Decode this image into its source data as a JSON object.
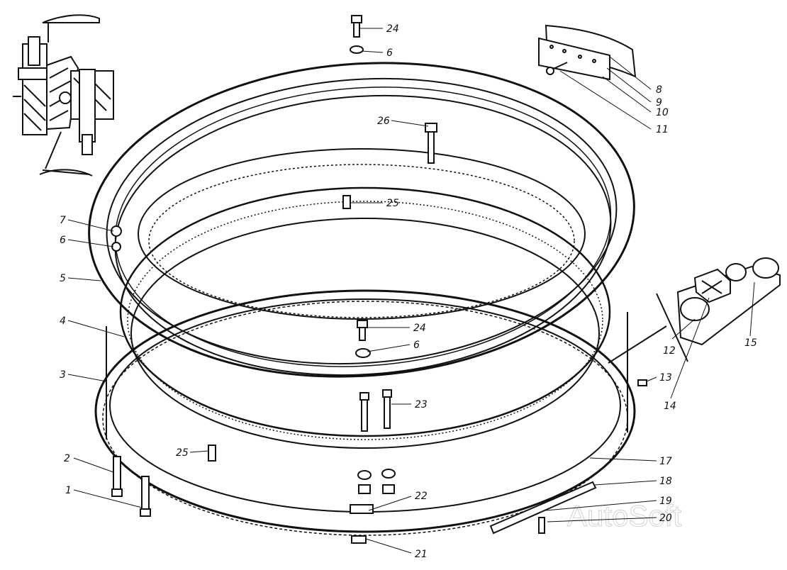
{
  "callouts": [
    "1",
    "2",
    "3",
    "4",
    "5",
    "6",
    "6",
    "6",
    "7",
    "8",
    "9",
    "10",
    "11",
    "12",
    "13",
    "14",
    "15",
    "17",
    "18",
    "19",
    "20",
    "21",
    "22",
    "23",
    "24",
    "24",
    "25",
    "25",
    "26"
  ],
  "watermark": "AutoSoft"
}
